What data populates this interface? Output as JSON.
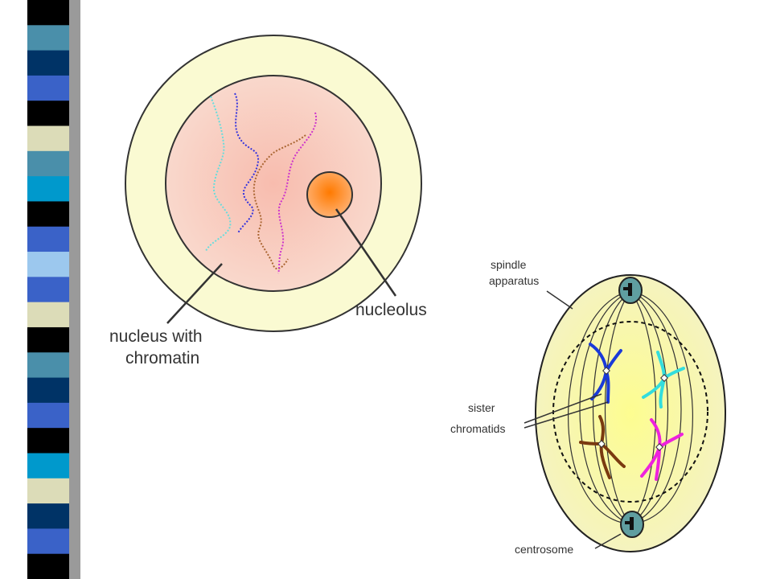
{
  "decoration": {
    "stripe_colors": [
      "#000000",
      "#4a8faa",
      "#003366",
      "#3a62c8",
      "#000000",
      "#dcdcb8",
      "#4a8faa",
      "#0099cc",
      "#000000",
      "#3a62c8",
      "#9cc8ee",
      "#3a62c8",
      "#dcdcb8",
      "#000000",
      "#4a8faa",
      "#003366",
      "#3a62c8",
      "#000000",
      "#0099cc",
      "#dcdcb8",
      "#003366",
      "#3a62c8",
      "#000000"
    ]
  },
  "interphase_cell": {
    "labels": {
      "nucleolus": "nucleolus",
      "nucleus_line1": "nucleus with",
      "nucleus_line2": "chromatin"
    },
    "colors": {
      "cytoplasm": "#fafad2",
      "nucleus": "#f8d0c4",
      "nucleolus": "#ff8a1e"
    },
    "chromatin_colors": [
      "#66dddd",
      "#3333dd",
      "#aa6633",
      "#cc33cc"
    ]
  },
  "mitotic_cell": {
    "labels": {
      "spindle_line1": "spindle",
      "spindle_line2": "apparatus",
      "sister_line1": "sister",
      "sister_line2": "chromatids",
      "centrosome": "centrosome"
    },
    "colors": {
      "cell": "#fafab4",
      "centrosome": "#5f9ea0"
    },
    "chromosome_colors": [
      "#1a3ad8",
      "#33dddd",
      "#7a3a10",
      "#ee22dd"
    ]
  }
}
